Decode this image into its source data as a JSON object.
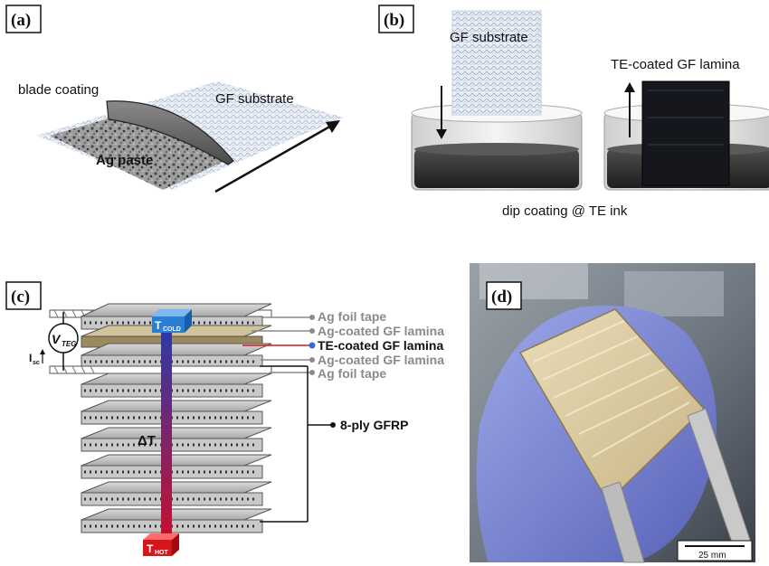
{
  "panels": {
    "a": {
      "tag": "(a)",
      "blade_label": "blade coating",
      "substrate_label": "GF substrate",
      "paste_label": "Ag paste"
    },
    "b": {
      "tag": "(b)",
      "substrate_label": "GF substrate",
      "lamina_label": "TE-coated GF lamina",
      "caption": "dip coating @ TE ink"
    },
    "c": {
      "tag": "(c)",
      "t_cold_main": "T",
      "t_cold_sub": "COLD",
      "t_hot_main": "T",
      "t_hot_sub": "HOT",
      "v_main": "V",
      "v_sub": "TEG",
      "i_main": "I",
      "i_sub": "sc",
      "delta_t": "ΔT",
      "labels": [
        "Ag foil tape",
        "Ag-coated GF lamina",
        "TE-coated GF lamina",
        "Ag-coated GF lamina",
        "Ag foil tape"
      ],
      "ply_label": "8-ply GFRP"
    },
    "d": {
      "tag": "(d)",
      "scale_bar": "25 mm"
    }
  },
  "colors": {
    "cold_block": "#2a7fd4",
    "hot_block": "#d8141c",
    "te_marker": "#2a6ed8",
    "gray_label": "#8a8a8a"
  }
}
